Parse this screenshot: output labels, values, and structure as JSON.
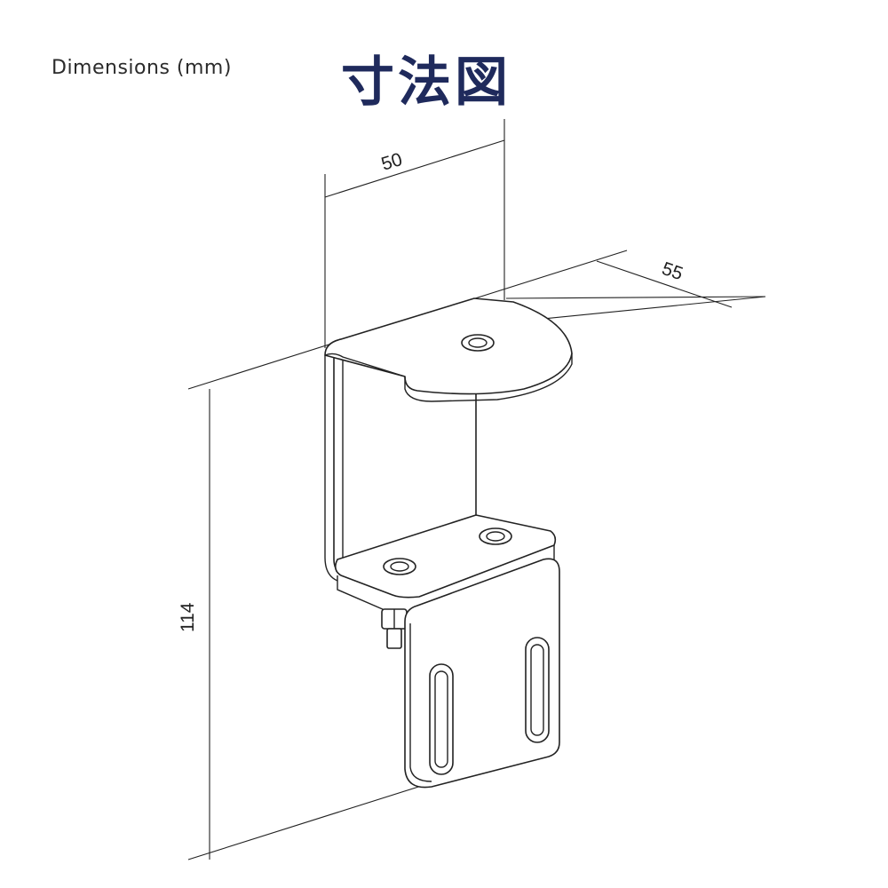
{
  "header": {
    "subtitle": "Dimensions (mm)",
    "title": "寸法図"
  },
  "dimensions": {
    "width": "50",
    "depth": "55",
    "height": "114"
  },
  "colors": {
    "title": "#1f2a5c",
    "lines": "#222222"
  }
}
